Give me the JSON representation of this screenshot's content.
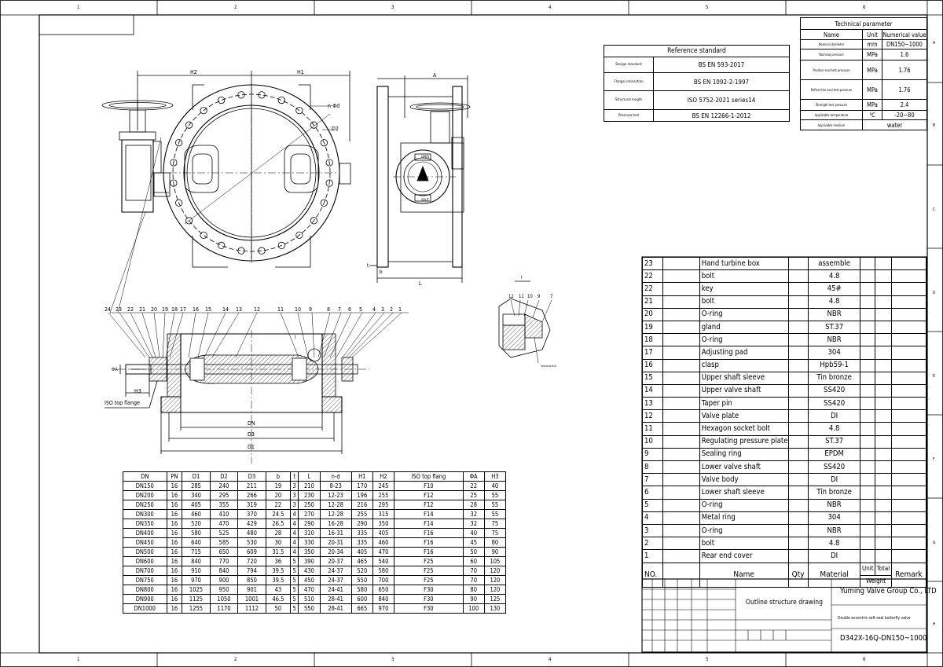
{
  "frame": {
    "zone_numbers": [
      "1",
      "2",
      "3",
      "4",
      "5",
      "6"
    ],
    "zone_letters": [
      "A",
      "B",
      "C",
      "D",
      "E",
      "F",
      "G",
      "H"
    ]
  },
  "reference_standard": {
    "title": "Reference standard",
    "rows": [
      {
        "item": "Design standard",
        "value": "BS EN 593-2017"
      },
      {
        "item": "Flange connection",
        "value": "BS EN 1092-2-1997"
      },
      {
        "item": "Structural length",
        "value": "ISO 5752-2021 series14"
      },
      {
        "item": "Pressure test",
        "value": "BS EN 12266-1-2012"
      }
    ]
  },
  "technical_parameter": {
    "title": "Technical parameter",
    "headers": [
      "Name",
      "Unit",
      "Numerical value"
    ],
    "rows": [
      {
        "name": "Nominal diameter",
        "unit": "mm",
        "value": "DN150~1000"
      },
      {
        "name": "Nominal pressure",
        "unit": "MPa",
        "value": "1.6"
      },
      {
        "name": "Positive seal test pressure",
        "unit": "MPa",
        "value": "1.76"
      },
      {
        "name": "Reflect the seal test pressure",
        "unit": "MPa",
        "value": "1.76"
      },
      {
        "name": "Strength test pressure",
        "unit": "MPa",
        "value": "2.4"
      },
      {
        "name": "Applicable temperature",
        "unit": "℃",
        "value": "-20~80"
      },
      {
        "name": "Applicable medium",
        "unit": "",
        "value": "water"
      }
    ]
  },
  "drawing_labels": {
    "front_h2": "H2",
    "front_h1": "H1",
    "front_nd": "n-Φd",
    "front_d2": "D2",
    "side_a": "A",
    "side_t": "t",
    "side_b": "b",
    "side_l": "L",
    "detail_i": "I",
    "detail_numbers": [
      "12",
      "11",
      "10",
      "9",
      "7"
    ],
    "detail_note": "Sections B-B",
    "indicator_open": "OPEN",
    "indicator_shut": "SHUT",
    "sec_balloons_left": [
      "24",
      "23",
      "22",
      "21",
      "20",
      "19",
      "18",
      "17",
      "16",
      "15",
      "14",
      "13",
      "12"
    ],
    "sec_balloons_right": [
      "11",
      "10",
      "9",
      "8",
      "7",
      "6",
      "5",
      "4",
      "3",
      "2",
      "1"
    ],
    "sec_i": "I",
    "sec_phi_a": "ΦA",
    "sec_h3": "H3",
    "sec_iso": "ISO top flange",
    "sec_dn": "DN",
    "sec_d3": "D3",
    "sec_d1": "D1"
  },
  "dimension_table": {
    "headers": [
      "DN",
      "PN",
      "D1",
      "D2",
      "D3",
      "b",
      "t",
      "L",
      "n-d",
      "H1",
      "H2",
      "ISO top flang",
      "ΦA",
      "H3"
    ],
    "rows": [
      [
        "DN150",
        "16",
        "285",
        "240",
        "211",
        "19",
        "3",
        "210",
        "8-23",
        "170",
        "245",
        "F10",
        "22",
        "40"
      ],
      [
        "DN200",
        "16",
        "340",
        "295",
        "266",
        "20",
        "3",
        "230",
        "12-23",
        "196",
        "255",
        "F12",
        "25",
        "55"
      ],
      [
        "DN250",
        "16",
        "405",
        "355",
        "319",
        "22",
        "3",
        "250",
        "12-28",
        "216",
        "295",
        "F12",
        "28",
        "55"
      ],
      [
        "DN300",
        "16",
        "460",
        "410",
        "370",
        "24.5",
        "4",
        "270",
        "12-28",
        "255",
        "315",
        "F14",
        "32",
        "55"
      ],
      [
        "DN350",
        "16",
        "520",
        "470",
        "429",
        "26.5",
        "4",
        "290",
        "16-28",
        "290",
        "350",
        "F14",
        "32",
        "75"
      ],
      [
        "DN400",
        "16",
        "580",
        "525",
        "480",
        "28",
        "4",
        "310",
        "16-31",
        "335",
        "405",
        "F16",
        "40",
        "75"
      ],
      [
        "DN450",
        "16",
        "640",
        "585",
        "530",
        "30",
        "4",
        "330",
        "20-31",
        "335",
        "460",
        "F16",
        "45",
        "80"
      ],
      [
        "DN500",
        "16",
        "715",
        "650",
        "609",
        "31.5",
        "4",
        "350",
        "20-34",
        "405",
        "470",
        "F16",
        "50",
        "90"
      ],
      [
        "DN600",
        "16",
        "840",
        "770",
        "720",
        "36",
        "5",
        "390",
        "20-37",
        "465",
        "540",
        "F25",
        "60",
        "105"
      ],
      [
        "DN700",
        "16",
        "910",
        "840",
        "794",
        "39.5",
        "5",
        "430",
        "24-37",
        "520",
        "580",
        "F25",
        "70",
        "120"
      ],
      [
        "DN750",
        "16",
        "970",
        "900",
        "850",
        "39.5",
        "5",
        "450",
        "24-37",
        "550",
        "700",
        "F25",
        "70",
        "120"
      ],
      [
        "DN800",
        "16",
        "1025",
        "950",
        "901",
        "43",
        "5",
        "470",
        "24-41",
        "580",
        "650",
        "F30",
        "80",
        "120"
      ],
      [
        "DN900",
        "16",
        "1125",
        "1050",
        "1001",
        "46.5",
        "5",
        "510",
        "28-41",
        "600",
        "840",
        "F30",
        "90",
        "125"
      ],
      [
        "DN1000",
        "16",
        "1255",
        "1170",
        "1112",
        "50",
        "5",
        "550",
        "28-41",
        "665",
        "970",
        "F30",
        "100",
        "130"
      ]
    ]
  },
  "parts_list": {
    "rows": [
      {
        "no": "23",
        "name": "Hand turbine box",
        "material": "assemble"
      },
      {
        "no": "22",
        "name": "bolt",
        "material": "4.8"
      },
      {
        "no": "22",
        "name": "key",
        "material": "45#"
      },
      {
        "no": "21",
        "name": "bolt",
        "material": "4.8"
      },
      {
        "no": "20",
        "name": "O-ring",
        "material": "NBR"
      },
      {
        "no": "19",
        "name": "gland",
        "material": "ST.37"
      },
      {
        "no": "18",
        "name": "O-ring",
        "material": "NBR"
      },
      {
        "no": "17",
        "name": "Adjusting pad",
        "material": "304"
      },
      {
        "no": "16",
        "name": "clasp",
        "material": "Hpb59-1"
      },
      {
        "no": "15",
        "name": "Upper shaft sleeve",
        "material": "Tin bronze"
      },
      {
        "no": "14",
        "name": "Upper valve shaft",
        "material": "SS420"
      },
      {
        "no": "13",
        "name": "Taper pin",
        "material": "SS420"
      },
      {
        "no": "12",
        "name": "Valve plate",
        "material": "DI"
      },
      {
        "no": "11",
        "name": "Hexagon socket bolt",
        "material": "4.8"
      },
      {
        "no": "10",
        "name": "Regulating pressure plate",
        "material": "ST.37"
      },
      {
        "no": "9",
        "name": "Sealing ring",
        "material": "EPDM"
      },
      {
        "no": "8",
        "name": "Lower valve shaft",
        "material": "SS420"
      },
      {
        "no": "7",
        "name": "Valve body",
        "material": "DI"
      },
      {
        "no": "6",
        "name": "Lower shaft sleeve",
        "material": "Tin bronze"
      },
      {
        "no": "5",
        "name": "O-ring",
        "material": "NBR"
      },
      {
        "no": "4",
        "name": "Metal ring",
        "material": "304"
      },
      {
        "no": "3",
        "name": "O-ring",
        "material": "NBR"
      },
      {
        "no": "2",
        "name": "bolt",
        "material": "4.8"
      },
      {
        "no": "1",
        "name": "Rear end cover",
        "material": "DI"
      }
    ],
    "header": {
      "no": "NO.",
      "name": "Name",
      "qty": "Qty",
      "material": "Material",
      "unit": "Unit",
      "total": "Total",
      "weight": "Weight",
      "remark": "Remark"
    }
  },
  "title_block": {
    "drawing_title": "Outline structure drawing",
    "company": "Yuming Valve Group Co., LTD",
    "product": "Double eccentric soft seal butterfly valve",
    "model": "D342X-16Q-DN150~1000"
  }
}
